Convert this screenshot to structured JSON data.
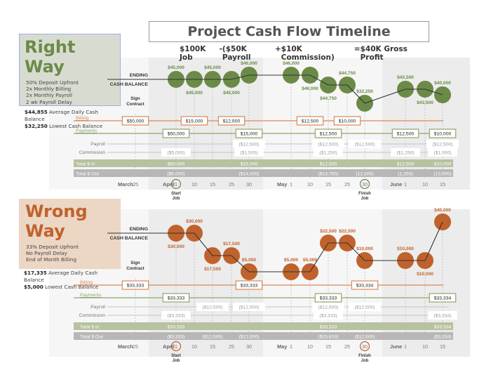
{
  "header": {
    "title": "Project Cash Flow Timeline",
    "equation": [
      "$100K Job",
      "-",
      "($50K Payroll",
      "+",
      "$10K Commission)",
      "=",
      "$40K Gross Profit"
    ]
  },
  "colors": {
    "right_way": "#6b8a48",
    "wrong_way": "#c0622c",
    "billing_line": "#d9895a",
    "payments_line": "#8fa56c",
    "total_in_bar": "#b6c2a0",
    "total_out_bar": "#b7b7b7"
  },
  "axis": {
    "days": [
      "25",
      "1",
      "10",
      "15",
      "25",
      "30",
      "1",
      "10",
      "15",
      "25",
      "30",
      "1",
      "10",
      "15"
    ],
    "months": [
      {
        "label": "March",
        "first_day": 0
      },
      {
        "label": "April",
        "first_day": 1
      },
      {
        "label": "May",
        "first_day": 6
      },
      {
        "label": "June",
        "first_day": 11
      }
    ],
    "milestones": [
      {
        "day": 1,
        "label": [
          "Start",
          "Job"
        ]
      },
      {
        "day": 10,
        "label": [
          "Finish",
          "Job"
        ]
      }
    ],
    "sign_contract": {
      "day": 0,
      "label": [
        "Sign",
        "Contract"
      ]
    }
  },
  "row_labels": {
    "ending": [
      "ENDING",
      "CASH BALANCE"
    ],
    "billing": "Billing",
    "payments": "Payments",
    "payroll": "Payroll",
    "commission": "Commission",
    "total_in": "Total $ In",
    "total_out": "Total $ Out"
  },
  "panels": [
    {
      "id": "right",
      "title": "Right Way",
      "details": [
        "50% Deposit Upfront",
        "2x Monthly Billing",
        "2x Monthly Payroll",
        "2 wk Payroll Delay"
      ],
      "stats": [
        {
          "value": "$44,855",
          "label": "Average Daily Cash Balance"
        },
        {
          "value": "$32,250",
          "label": "Lowest Cash Balance"
        }
      ],
      "balances": [
        {
          "day": 1,
          "value": "$45,000"
        },
        {
          "day": 2,
          "value": "$45,000"
        },
        {
          "day": 3,
          "value": "$45,000"
        },
        {
          "day": 4,
          "value": "$45,000"
        },
        {
          "day": 5,
          "value": "$46,000"
        },
        {
          "day": 6,
          "value": "$46,000"
        },
        {
          "day": 7,
          "value": "$46,000"
        },
        {
          "day": 8,
          "value": "$44,750"
        },
        {
          "day": 9,
          "value": "$44,750"
        },
        {
          "day": 10,
          "value": "$32,250"
        },
        {
          "day": 11,
          "value": "$43,500"
        },
        {
          "day": 12,
          "value": "$43,500"
        },
        {
          "day": 13,
          "value": "$40,000"
        }
      ],
      "billing": [
        {
          "day": 0,
          "value": "$50,000"
        },
        {
          "day": 2,
          "value": "$15,000"
        },
        {
          "day": 4,
          "value": "$12,500"
        },
        {
          "day": 7,
          "value": "$12,500"
        },
        {
          "day": 9,
          "value": "$10,000"
        }
      ],
      "payments": [
        {
          "day": 1,
          "value": "$50,000"
        },
        {
          "day": 5,
          "value": "$15,000"
        },
        {
          "day": 8,
          "value": "$12,500"
        },
        {
          "day": 11,
          "value": "$12,500"
        },
        {
          "day": 13,
          "value": "$10,000"
        }
      ],
      "payroll": [
        {
          "day": 5,
          "value": "($12,500)"
        },
        {
          "day": 8,
          "value": "($12,500)"
        },
        {
          "day": 10,
          "value": "($12,500)"
        },
        {
          "day": 13,
          "value": "($12,500)"
        }
      ],
      "commission": [
        {
          "day": 1,
          "value": "($5,000)"
        },
        {
          "day": 5,
          "value": "($1,500)"
        },
        {
          "day": 8,
          "value": "($1,250)"
        },
        {
          "day": 11,
          "value": "($1,250)"
        },
        {
          "day": 13,
          "value": "($1,000)"
        }
      ],
      "total_in": [
        {
          "day": 1,
          "value": "$50,000"
        },
        {
          "day": 5,
          "value": "$15,000"
        },
        {
          "day": 8,
          "value": "$12,500"
        },
        {
          "day": 11,
          "value": "$12,500"
        },
        {
          "day": 13,
          "value": "$10,000"
        }
      ],
      "total_out": [
        {
          "day": 1,
          "value": "($5,000)"
        },
        {
          "day": 5,
          "value": "($14,000)"
        },
        {
          "day": 8,
          "value": "($13,750)"
        },
        {
          "day": 10,
          "value": "(12,500)"
        },
        {
          "day": 11,
          "value": "(1,250)"
        },
        {
          "day": 13,
          "value": "(13,500)"
        }
      ]
    },
    {
      "id": "wrong",
      "title": "Wrong Way",
      "details": [
        "33% Deposit Upfront",
        "No Payroll Delay",
        "End of Month Billing"
      ],
      "stats": [
        {
          "value": "$17,335",
          "label": "Average Daily Cash Balance"
        },
        {
          "value": "$5,000",
          "label": "Lowest Cash Balance"
        }
      ],
      "balances": [
        {
          "day": 1,
          "value": "$30,000"
        },
        {
          "day": 2,
          "value": "$30,000"
        },
        {
          "day": 3,
          "value": "$17,500"
        },
        {
          "day": 4,
          "value": "$17,500"
        },
        {
          "day": 5,
          "value": "$5,000"
        },
        {
          "day": 6,
          "value": "$5,000"
        },
        {
          "day": 7,
          "value": "$5,000"
        },
        {
          "day": 8,
          "value": "$22,500"
        },
        {
          "day": 9,
          "value": "$22,500"
        },
        {
          "day": 10,
          "value": "$10,000"
        },
        {
          "day": 11,
          "value": "$10,000"
        },
        {
          "day": 12,
          "value": "$10,000"
        },
        {
          "day": 13,
          "value": "$40,000"
        }
      ],
      "billing": [
        {
          "day": 0,
          "value": "$33,333"
        },
        {
          "day": 5,
          "value": "$33,333"
        },
        {
          "day": 10,
          "value": "$33,334"
        }
      ],
      "payments": [
        {
          "day": 1,
          "value": "$33,333"
        },
        {
          "day": 8,
          "value": "$33,333"
        },
        {
          "day": 13,
          "value": "$33,334"
        }
      ],
      "payroll": [
        {
          "day": 3,
          "value": "($12,500)"
        },
        {
          "day": 5,
          "value": "($12,500)"
        },
        {
          "day": 8,
          "value": "($12,500)"
        },
        {
          "day": 10,
          "value": "($12,500)"
        }
      ],
      "commission": [
        {
          "day": 1,
          "value": "($3,333)"
        },
        {
          "day": 8,
          "value": "($3,333)"
        },
        {
          "day": 13,
          "value": "($3,334)"
        }
      ],
      "total_in": [
        {
          "day": 1,
          "value": "$33,333"
        },
        {
          "day": 8,
          "value": "$33,333"
        },
        {
          "day": 13,
          "value": "$33,334"
        }
      ],
      "total_out": [
        {
          "day": 1,
          "value": "($3,333)"
        },
        {
          "day": 3,
          "value": "($12,500)"
        },
        {
          "day": 5,
          "value": "($12,500)"
        },
        {
          "day": 8,
          "value": "($15,833)"
        },
        {
          "day": 10,
          "value": "($12,500)"
        },
        {
          "day": 13,
          "value": "($3,334)"
        }
      ]
    }
  ]
}
